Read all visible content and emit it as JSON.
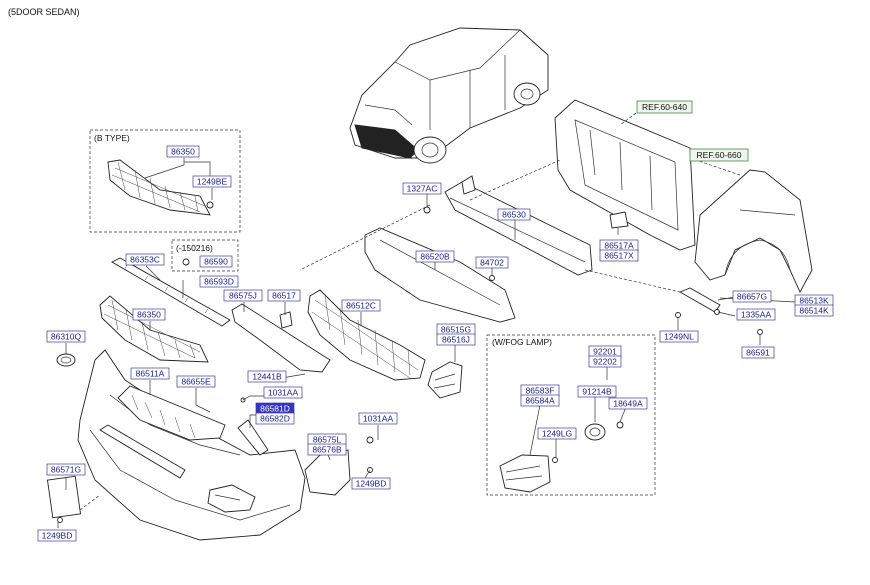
{
  "title": "(5DOOR SEDAN)",
  "groups": {
    "b_type": "(B TYPE)",
    "date_code": "(-150216)",
    "fog_lamp": "(W/FOG LAMP)"
  },
  "references": [
    "REF.60-640",
    "REF.60-660"
  ],
  "parts": [
    "86350",
    "1249BE",
    "86353C",
    "86590",
    "86593D",
    "86575J",
    "86517",
    "86512C",
    "86350",
    "86310Q",
    "86511A",
    "86655E",
    "12441B",
    "1031AA",
    "86581D",
    "86582D",
    "1031AA",
    "86575L",
    "86576B",
    "1249BD",
    "86571G",
    "1249BD",
    "1327AC",
    "86530",
    "86520B",
    "84702",
    "86517A",
    "86517X",
    "86515G",
    "86516J",
    "92201",
    "92202",
    "86583F",
    "86584A",
    "91214B",
    "18649A",
    "1249LG",
    "86657G",
    "86513K",
    "86514K",
    "1335AA",
    "1249NL",
    "86591"
  ],
  "colors": {
    "label_text": "#1a1a8c",
    "label_border": "#3a3aa0",
    "highlight": "#3333cc",
    "ref_border": "#3f8a3f"
  }
}
